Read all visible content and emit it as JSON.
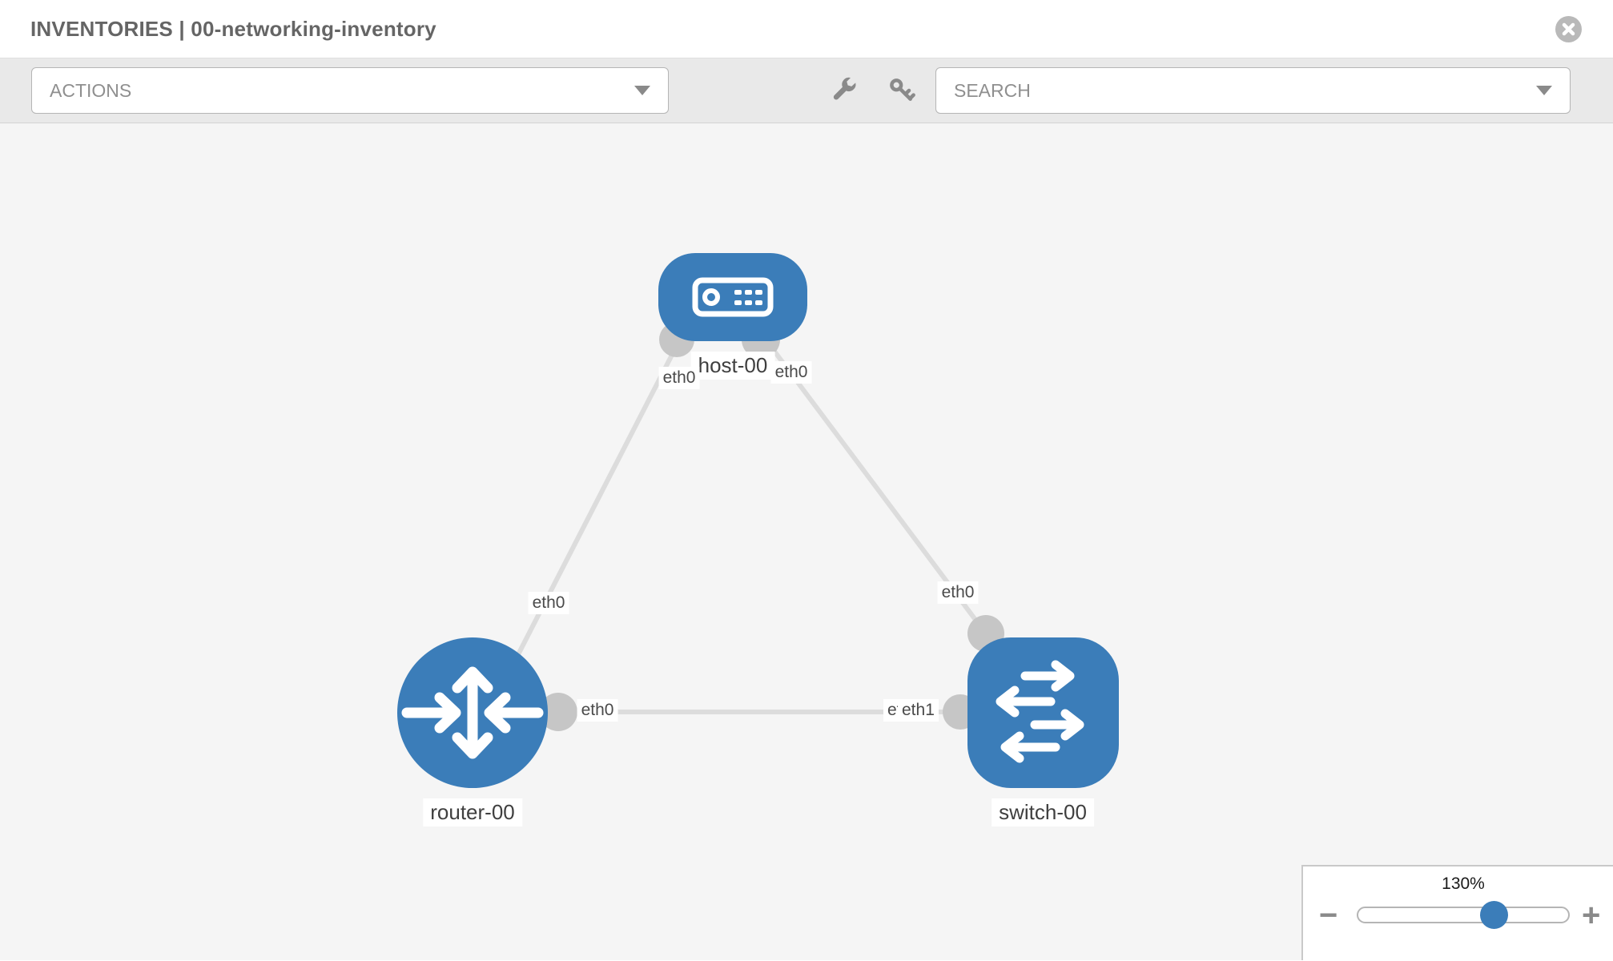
{
  "header": {
    "title": "INVENTORIES | 00-networking-inventory"
  },
  "toolbar": {
    "actions_label": "ACTIONS",
    "search_label": "SEARCH"
  },
  "topology": {
    "nodes": [
      {
        "id": "host-00",
        "type": "host",
        "label": "host-00"
      },
      {
        "id": "router-00",
        "type": "router",
        "label": "router-00"
      },
      {
        "id": "switch-00",
        "type": "switch",
        "label": "switch-00"
      }
    ],
    "links": [
      {
        "from": "router-00",
        "to": "host-00",
        "from_interface": "eth0",
        "to_interface": "eth0"
      },
      {
        "from": "host-00",
        "to": "switch-00",
        "from_interface": "eth0",
        "to_interface": "eth0"
      },
      {
        "from": "router-00",
        "to": "switch-00",
        "from_interface": "eth0",
        "to_interface": "eth1"
      }
    ],
    "labels": {
      "host_left_eth": "eth0",
      "host_right_eth": "eth0",
      "link_router_host_eth": "eth0",
      "link_host_switch_eth": "eth0",
      "link_router_switch_router_eth": "eth0",
      "link_router_switch_back_eth": "eth0",
      "link_router_switch_front_eth": "eth1"
    }
  },
  "zoom_panel": {
    "level": "130%",
    "minus_label": "−",
    "plus_label": "+"
  },
  "colors": {
    "node_blue": "#3b7db9",
    "link_gray": "#dcdcdc",
    "port_gray": "#c6c6c6",
    "canvas_bg": "#f5f5f5"
  }
}
